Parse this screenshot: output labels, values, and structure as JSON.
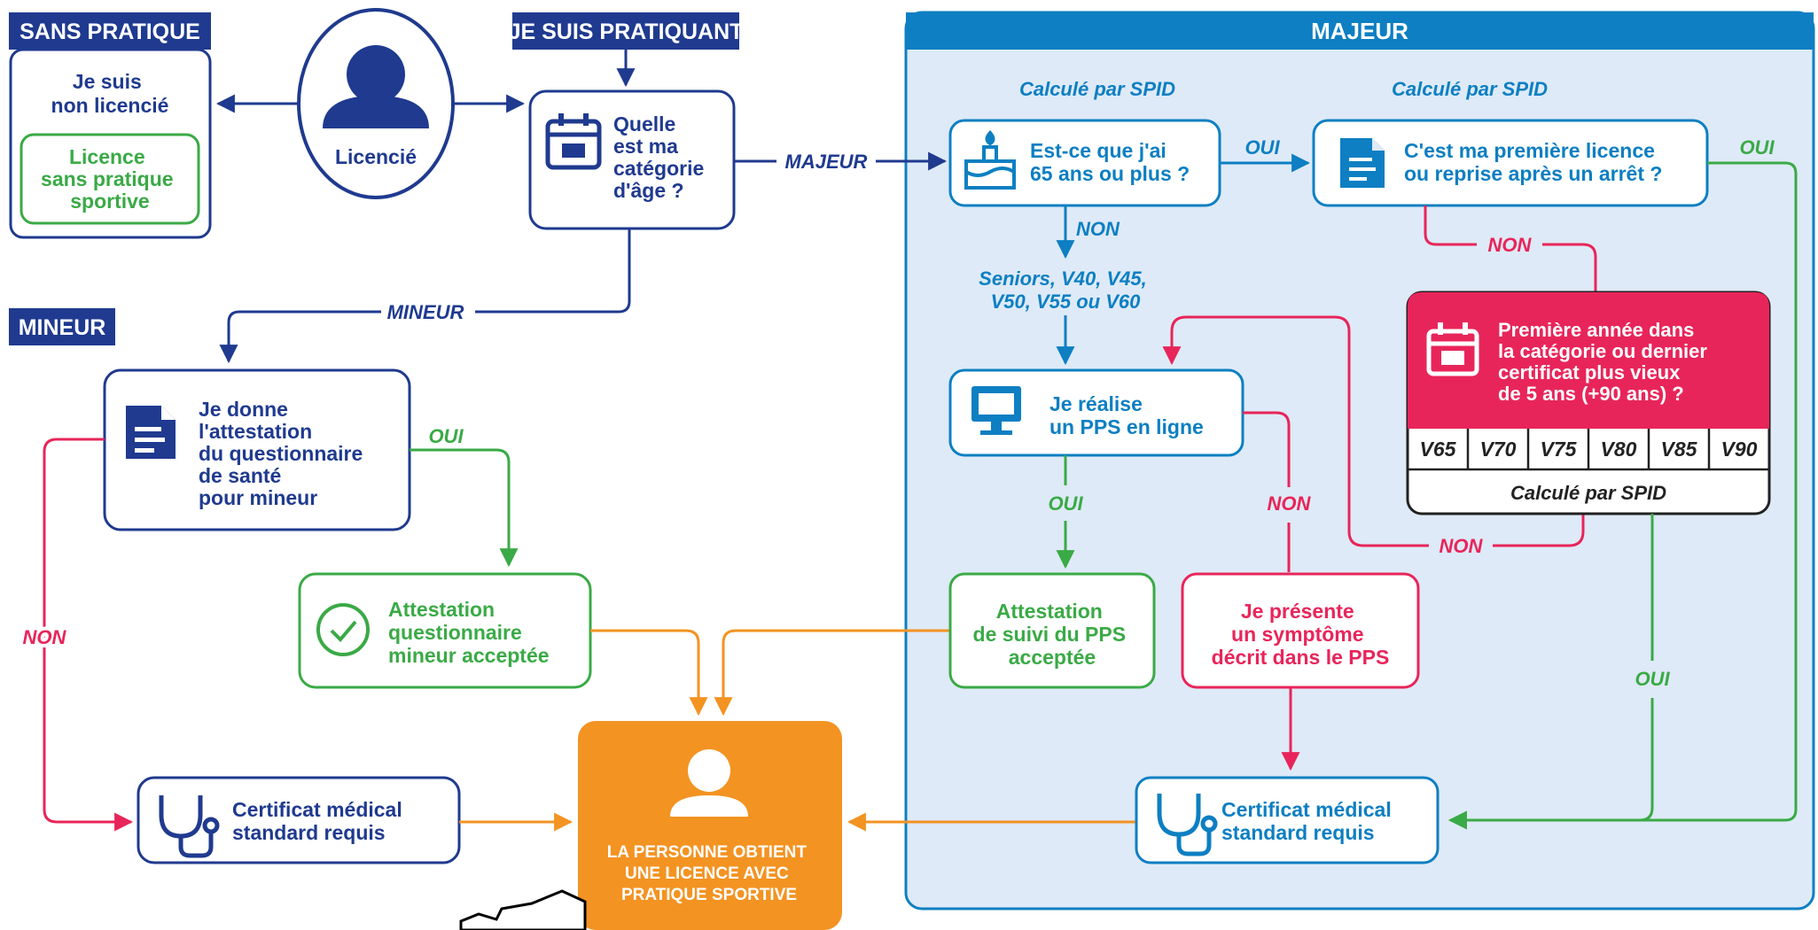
{
  "colors": {
    "navy": "#1f3a8f",
    "blue": "#0d7fc2",
    "green": "#3aaa46",
    "red": "#e8255a",
    "orange": "#f39322",
    "panel": "#deeaf7"
  },
  "banners": {
    "sans_pratique": "SANS PRATIQUE",
    "pratiquant": "JE SUIS PRATIQUANT",
    "majeur": "MAJEUR",
    "mineur": "MINEUR"
  },
  "left": {
    "non_licencie": [
      "Je suis",
      "non licencié"
    ],
    "licence_sans_pratique": [
      "Licence",
      "sans pratique",
      "sportive"
    ],
    "licencie": "Licencié"
  },
  "age_question": [
    "Quelle",
    "est ma",
    "catégorie",
    "d'âge ?"
  ],
  "mineur": {
    "questionnaire": [
      "Je donne",
      "l'attestation",
      "du questionnaire",
      "de santé",
      "pour mineur"
    ],
    "accepted": [
      "Attestation",
      "questionnaire",
      "mineur acceptée"
    ],
    "certificate": [
      "Certificat médical",
      "standard requis"
    ]
  },
  "result": [
    "LA PERSONNE OBTIENT",
    "UNE LICENCE AVEC",
    "PRATIQUE SPORTIVE"
  ],
  "majeur": {
    "calc_1": "Calculé par SPID",
    "calc_2": "Calculé par SPID",
    "age65": [
      "Est-ce que j'ai",
      "65 ans ou plus ?"
    ],
    "first_licence": [
      "C'est ma première licence",
      "ou reprise après un arrêt ?"
    ],
    "seniors": [
      "Seniors, V40, V45,",
      "V50, V55 ou V60"
    ],
    "pps_online": [
      "Je réalise",
      "un PPS en ligne"
    ],
    "first_year": [
      "Première année dans",
      "la catégorie ou dernier",
      "certificat plus vieux",
      "de 5 ans (+90 ans) ?"
    ],
    "categories": [
      "V65",
      "V70",
      "V75",
      "V80",
      "V85",
      "V90"
    ],
    "calc_3": "Calculé par SPID",
    "pps_accepted": [
      "Attestation",
      "de suivi du PPS",
      "acceptée"
    ],
    "symptom": [
      "Je présente",
      "un symptôme",
      "décrit dans le PPS"
    ],
    "certificate": [
      "Certificat médical",
      "standard requis"
    ]
  },
  "edge_labels": {
    "majeur": "MAJEUR",
    "mineur": "MINEUR",
    "oui": "OUI",
    "non": "NON"
  }
}
